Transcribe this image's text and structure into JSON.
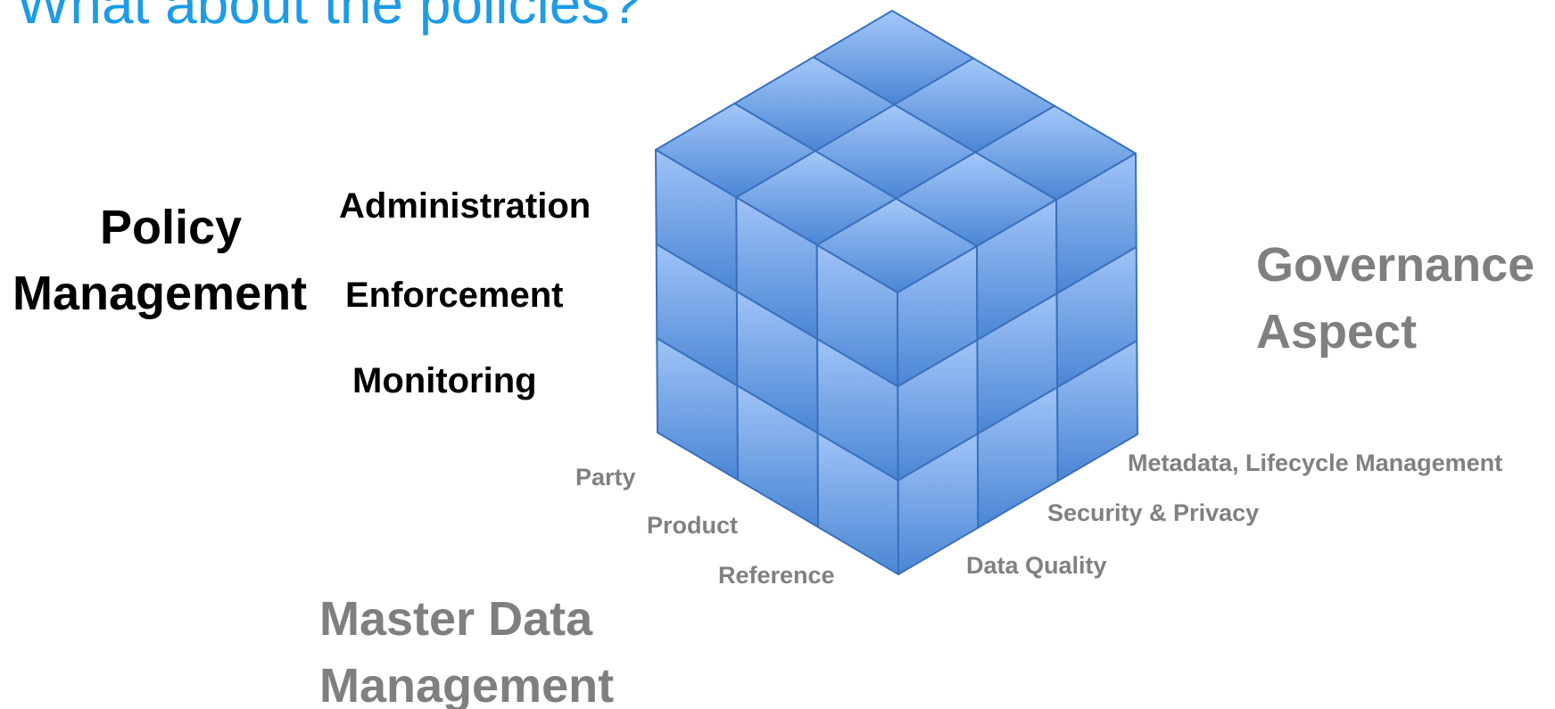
{
  "title": "What about the policies?",
  "policy_management": {
    "line1": "Policy",
    "line2": "Management",
    "items": [
      "Administration",
      "Enforcement",
      "Monitoring"
    ]
  },
  "governance_aspect": {
    "line1": "Governance",
    "line2": "Aspect",
    "items": [
      "Metadata, Lifecycle Management",
      "Security & Privacy",
      "Data Quality"
    ]
  },
  "master_data_management": {
    "line1": "Master Data",
    "line2": "Management",
    "items": [
      "Party",
      "Product",
      "Reference"
    ]
  },
  "colors": {
    "title": "#1e9be6",
    "cube_light": "#9fc3f7",
    "cube_dark": "#4a86d4",
    "cube_edge": "#3a70bd",
    "label_gray": "#808080",
    "label_black": "#000000"
  }
}
